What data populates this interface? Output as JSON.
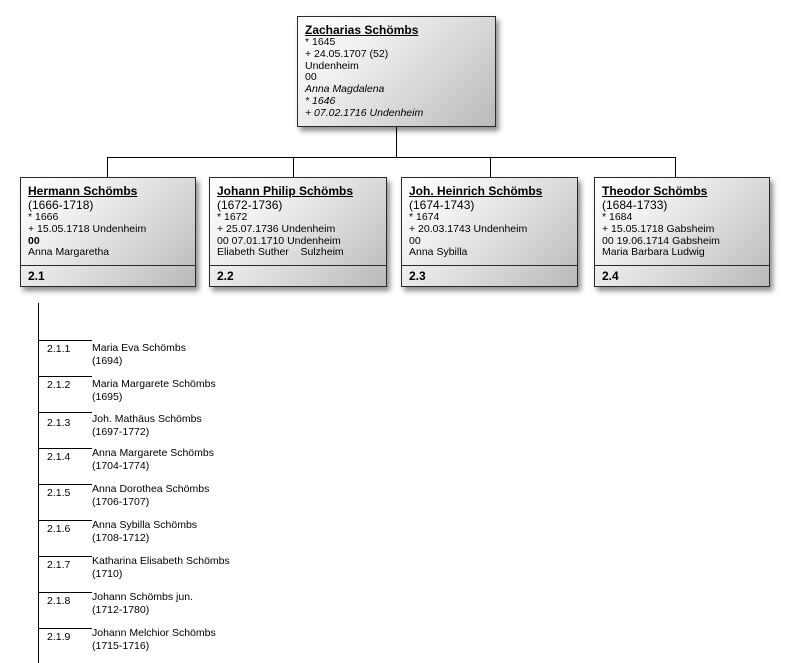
{
  "root": {
    "name": "Zacharias  Schömbs",
    "lines": [
      "* 1645",
      "+ 24.05.1707 (52)",
      "Undenheim",
      "00"
    ],
    "spouse_lines": [
      "Anna Magdalena",
      "* 1646",
      "+ 07.02.1716 Undenheim"
    ]
  },
  "children": [
    {
      "name": "Hermann Schömbs",
      "dates": "(1666-1718)",
      "lines": [
        "* 1666",
        "+ 15.05.1718 Undenheim",
        "00",
        "Anna Margaretha"
      ],
      "code": "2.1"
    },
    {
      "name": "Johann Philip Schömbs",
      "dates": "(1672-1736)",
      "lines": [
        "* 1672",
        "+ 25.07.1736 Undenheim",
        "00 07.01.1710 Undenheim",
        "Eliabeth Suther    Sulzheim"
      ],
      "code": "2.2"
    },
    {
      "name": "Joh. Heinrich Schömbs",
      "dates": "(1674-1743)",
      "lines": [
        "* 1674",
        "+ 20.03.1743 Undenheim",
        "00",
        "Anna Sybilla"
      ],
      "code": "2.3"
    },
    {
      "name": "Theodor Schömbs",
      "dates": "(1684-1733)",
      "lines": [
        "* 1684",
        "+ 15.05.1718 Gabsheim",
        "00 19.06.1714 Gabsheim",
        "Maria Barbara Ludwig"
      ],
      "code": "2.4"
    }
  ],
  "grandchildren": [
    {
      "code": "2.1.1",
      "name": "Maria Eva Schömbs",
      "dates": "(1694)"
    },
    {
      "code": "2.1.2",
      "name": "Maria Margarete Schömbs",
      "dates": "(1695)"
    },
    {
      "code": "2.1.3",
      "name": "Joh. Mathäus Schömbs",
      "dates": "(1697-1772)"
    },
    {
      "code": "2.1.4",
      "name": "Anna Margarete Schömbs",
      "dates": "(1704-1774)"
    },
    {
      "code": "2.1.5",
      "name": "Anna Dorothea Schömbs",
      "dates": "(1706-1707)"
    },
    {
      "code": "2.1.6",
      "name": "Anna Sybilla Schömbs",
      "dates": "(1708-1712)"
    },
    {
      "code": "2.1.7",
      "name": "Katharina Elisabeth Schömbs",
      "dates": "(1710)"
    },
    {
      "code": "2.1.8",
      "name": "Johann Schömbs jun.",
      "dates": "(1712-1780)"
    },
    {
      "code": "2.1.9",
      "name": "Johann Melchior Schömbs",
      "dates": "(1715-1716)"
    }
  ]
}
